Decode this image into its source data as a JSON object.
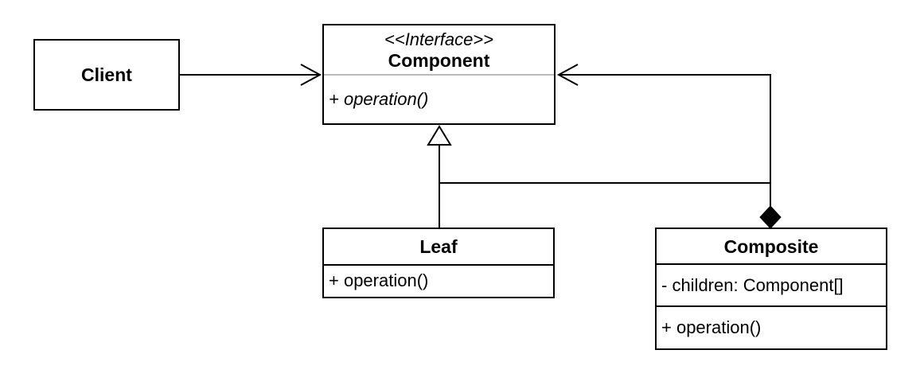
{
  "diagram": {
    "kind": "uml-class-diagram",
    "pattern": "Composite",
    "background_color": "#ffffff",
    "stroke_color": "#000000",
    "interface_divider_color": "#b9b9b9"
  },
  "classes": {
    "client": {
      "name": "Client"
    },
    "component": {
      "stereotype": "<<Interface>>",
      "name": "Component",
      "operations": [
        "+ operation()"
      ]
    },
    "leaf": {
      "name": "Leaf",
      "operations": [
        "+ operation()"
      ]
    },
    "composite": {
      "name": "Composite",
      "attributes": [
        "- children: Component[]"
      ],
      "operations": [
        "+ operation()"
      ]
    }
  },
  "relationships": [
    {
      "type": "association",
      "from": "Client",
      "to": "Component",
      "end": "open-arrow"
    },
    {
      "type": "realization",
      "from": "Leaf",
      "to": "Component",
      "end": "hollow-triangle"
    },
    {
      "type": "realization",
      "from": "Composite",
      "to": "Component",
      "end": "hollow-triangle"
    },
    {
      "type": "composition",
      "from": "Composite",
      "to": "Component",
      "end": "open-arrow",
      "diamond": "filled"
    }
  ]
}
